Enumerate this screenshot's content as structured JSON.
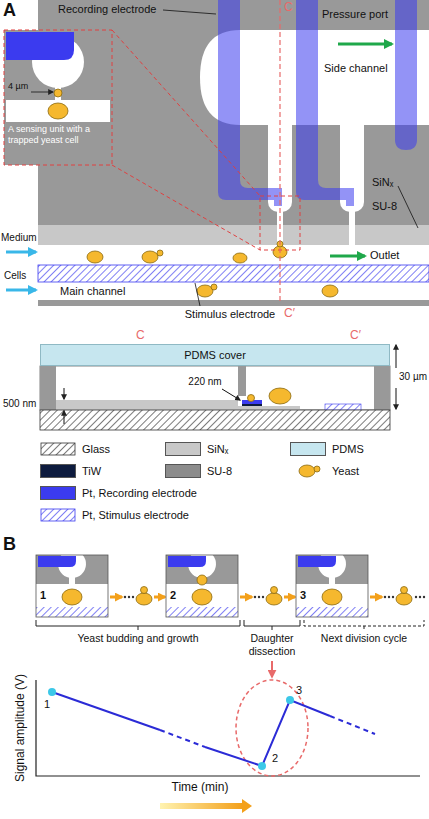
{
  "diagram": {
    "nodes": [
      {
        "text": [
          "PDMS cover"
        ]
      }
    ],
    "labels": [
      "A",
      "Recording electrode",
      "C",
      "Pressure port",
      "Side channel",
      "4 µm",
      "A sensing unit with a trapped yeast cell",
      "SiNₓ",
      "SU-8",
      "Medium",
      "Cells",
      "Outlet",
      "Main channel",
      "Stimulus electrode",
      "C′",
      "C",
      "C′",
      "500 nm",
      "220 nm",
      "30 µm",
      "B",
      "1",
      "2",
      "3",
      "Yeast budding and growth",
      "Daughter dissection",
      "Next division cycle",
      "Signal amplitude (V)",
      "1",
      "2",
      "3",
      "Time (min)"
    ],
    "legend": [
      {
        "text": "Glass"
      },
      {
        "text": "SiNₓ",
        "color": "#c8c8c8"
      },
      {
        "text": "PDMS",
        "color": "#c6e6ef"
      },
      {
        "text": "TiW",
        "color": "#0d1b3e"
      },
      {
        "text": "SU-8",
        "color": "#8c8c8c"
      },
      {
        "text": "Yeast"
      },
      {
        "text": "Pt, Recording electrode",
        "color": "#3b3bef"
      },
      {
        "text": "Pt, Stimulus electrode"
      }
    ]
  }
}
